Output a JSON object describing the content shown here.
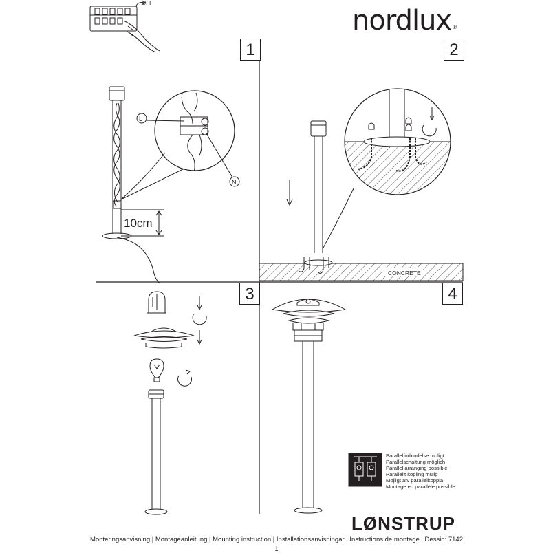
{
  "brand": {
    "name": "nordlux",
    "registered_mark": "®"
  },
  "product_name": "LØNSTRUP",
  "steps": [
    "1",
    "2",
    "3",
    "4"
  ],
  "callouts": {
    "switch_label": "OFF",
    "live_wire": "L",
    "neutral_wire": "N",
    "height_label": "10cm",
    "ground_label": "CONCRETE"
  },
  "parallel_connection": {
    "lines": [
      "Parallelforbindelse muligt",
      "Parallelschaltung möglich",
      "Parallel arranging possible",
      "Parallellt kopling mulig",
      "Möjligt atv parallelkoppla",
      "Montage en parallèle possible"
    ]
  },
  "footer": {
    "text": "Monteringsanvisning | Montageanleitung | Mounting instruction | Installationsanvisningar | Instructions de montage | Dessin: 7142",
    "page_number": "1"
  },
  "colors": {
    "ink": "#231f20",
    "background": "#ffffff"
  }
}
